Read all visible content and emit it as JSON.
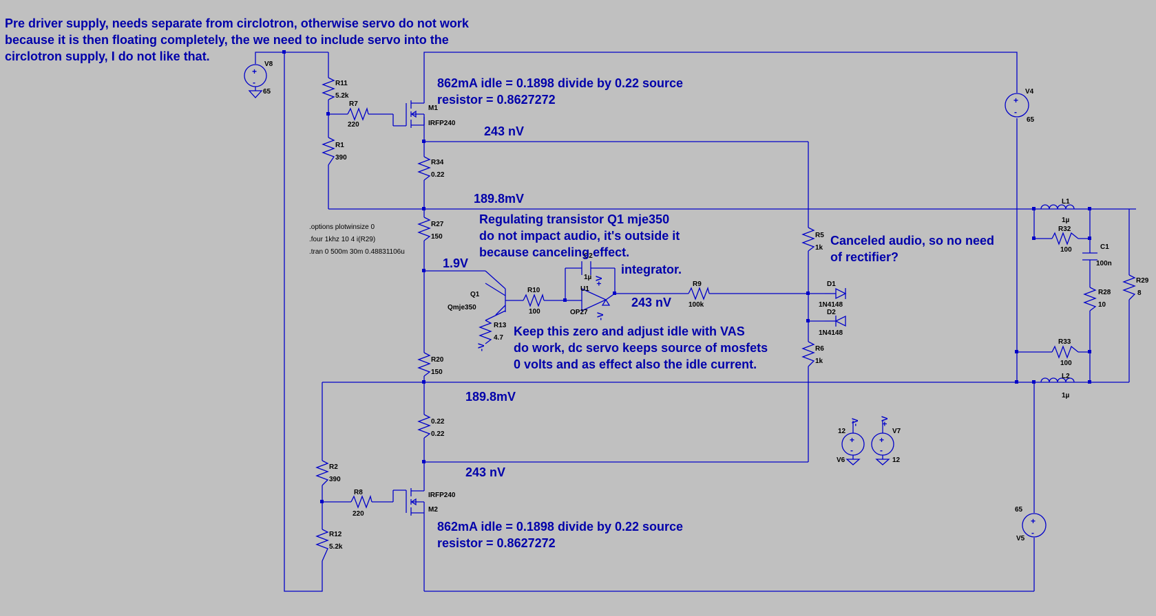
{
  "notes": {
    "top_left": [
      "Pre driver supply, needs separate from circlotron, otherwise servo do not work",
      "because it is then floating completely, the we need to include servo into the",
      "circlotron supply, I do not like that."
    ],
    "idle_top": [
      "862mA idle = 0.1898 divide by 0.22 source",
      "resistor = 0.8627272"
    ],
    "idle_bottom": [
      "862mA idle = 0.1898 divide by 0.22 source",
      "resistor = 0.8627272"
    ],
    "regulating": [
      "Regulating transistor Q1 mje350",
      "do not impact audio, it's outside it",
      "because canceling effect."
    ],
    "canceled": [
      "Canceled audio, so no need",
      "of rectifier?"
    ],
    "keep_zero": [
      "Keep this zero and adjust idle with VAS",
      "do work, dc servo keeps source of mosfets",
      "0 volts and as effect also the idle current."
    ],
    "integrator": "integrator."
  },
  "probes": {
    "nv_top": "243 nV",
    "mv_top": "189.8mV",
    "v_base": "1.9V",
    "nv_opamp": "243 nV",
    "mv_bottom": "189.8mV",
    "nv_bottom": "243 nV"
  },
  "directives": [
    ".options plotwinsize 0",
    ".four 1khz 10 4 i(R29)",
    ".tran 0 500m 30m 0.48831106u"
  ],
  "components": {
    "V8": {
      "name": "V8",
      "value": "65"
    },
    "R11": {
      "name": "R11",
      "value": "5.2k"
    },
    "R7": {
      "name": "R7",
      "value": "220"
    },
    "R1": {
      "name": "R1",
      "value": "390"
    },
    "M1": {
      "name": "M1",
      "value": "IRFP240"
    },
    "R34": {
      "name": "R34",
      "value": "0.22"
    },
    "R27": {
      "name": "R27",
      "value": "150"
    },
    "Q1": {
      "name": "Q1",
      "value": "Qmje350"
    },
    "R13": {
      "name": "R13",
      "value": "4.7"
    },
    "R10": {
      "name": "R10",
      "value": "100"
    },
    "U1": {
      "name": "U1",
      "value": "OP27"
    },
    "C2": {
      "name": "C2",
      "value": "1µ"
    },
    "R9": {
      "name": "R9",
      "value": "100k"
    },
    "R20": {
      "name": "R20",
      "value": "150"
    },
    "Rsrc": {
      "name": "0.22",
      "value": "0.22"
    },
    "R2": {
      "name": "R2",
      "value": "390"
    },
    "R8": {
      "name": "R8",
      "value": "220"
    },
    "R12": {
      "name": "R12",
      "value": "5.2k"
    },
    "M2": {
      "name": "M2",
      "value": "IRFP240"
    },
    "R5": {
      "name": "R5",
      "value": "1k"
    },
    "R6": {
      "name": "R6",
      "value": "1k"
    },
    "D1": {
      "name": "D1",
      "value": "1N4148"
    },
    "D2": {
      "name": "D2",
      "value": "1N4148"
    },
    "V6": {
      "name": "V6",
      "value": "12"
    },
    "V7": {
      "name": "V7",
      "value": "12"
    },
    "V4": {
      "name": "V4",
      "value": "65"
    },
    "V5": {
      "name": "V5",
      "value": "65"
    },
    "L1": {
      "name": "L1",
      "value": "1µ"
    },
    "L2": {
      "name": "L2",
      "value": "1µ"
    },
    "R32": {
      "name": "R32",
      "value": "100"
    },
    "R33": {
      "name": "R33",
      "value": "100"
    },
    "C1": {
      "name": "C1",
      "value": "100n"
    },
    "R28": {
      "name": "R28",
      "value": "10"
    },
    "R29": {
      "name": "R29",
      "value": "8"
    }
  },
  "symbols": {
    "neg": "-V",
    "pos": "+V"
  },
  "colors": {
    "background": "#c0c0c0",
    "wire": "#0000c8",
    "note": "#0000aa"
  }
}
